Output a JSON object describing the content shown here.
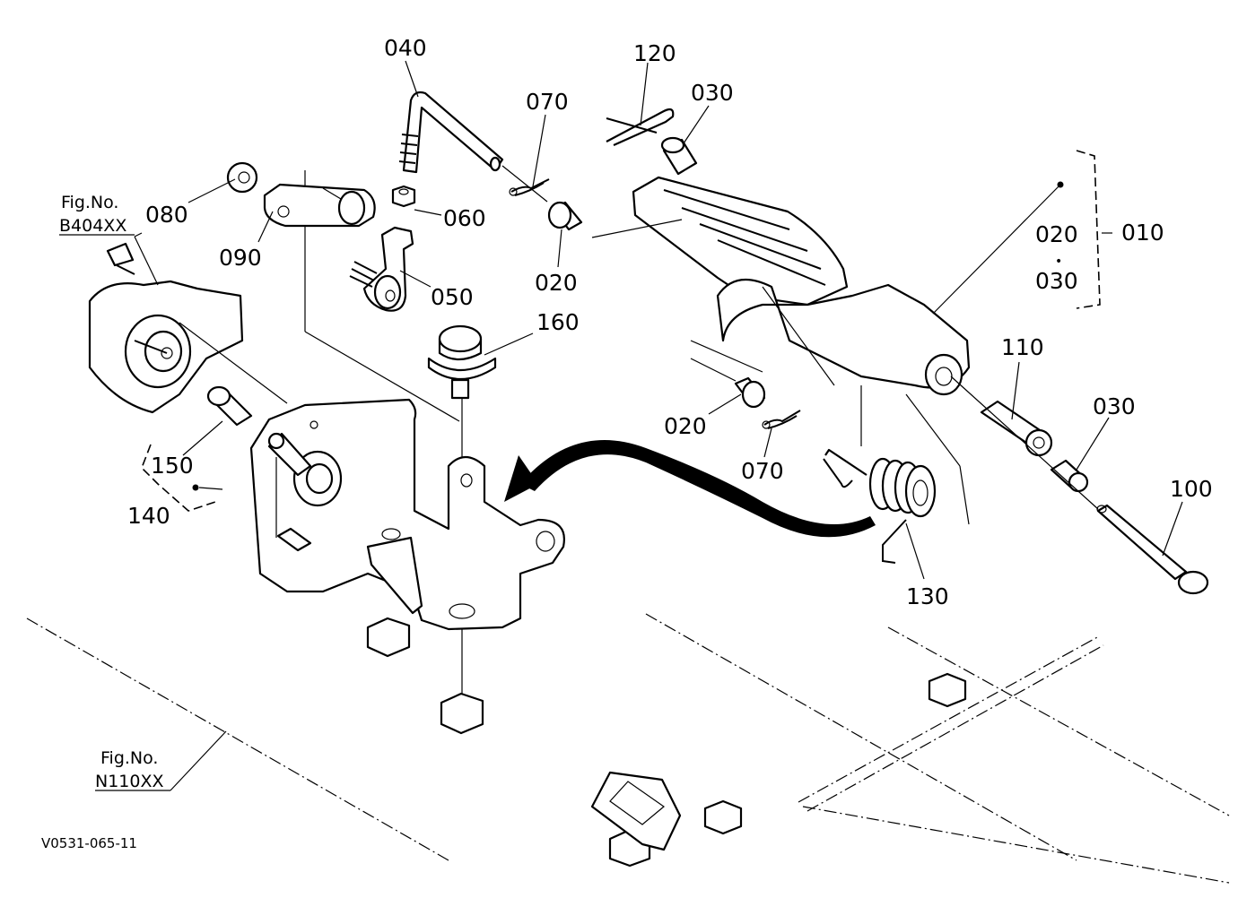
{
  "labels": {
    "p040": "040",
    "p120": "120",
    "p070a": "070",
    "p030a": "030",
    "p080": "080",
    "p060": "060",
    "p090": "090",
    "p020a": "020",
    "p050": "050",
    "p160": "160",
    "p020b": "020",
    "p070b": "070",
    "p110": "110",
    "p030b": "030",
    "p100": "100",
    "p130": "130",
    "p150": "150",
    "p140": "140",
    "p010": "010",
    "group_top": "020",
    "group_dot": "•",
    "group_bottom": "030"
  },
  "refs": {
    "fig1_title": "Fig.No.",
    "fig1_code": "B404XX",
    "fig2_title": "Fig.No.",
    "fig2_code": "N110XX"
  },
  "drawing_code": "V0531-065-11"
}
